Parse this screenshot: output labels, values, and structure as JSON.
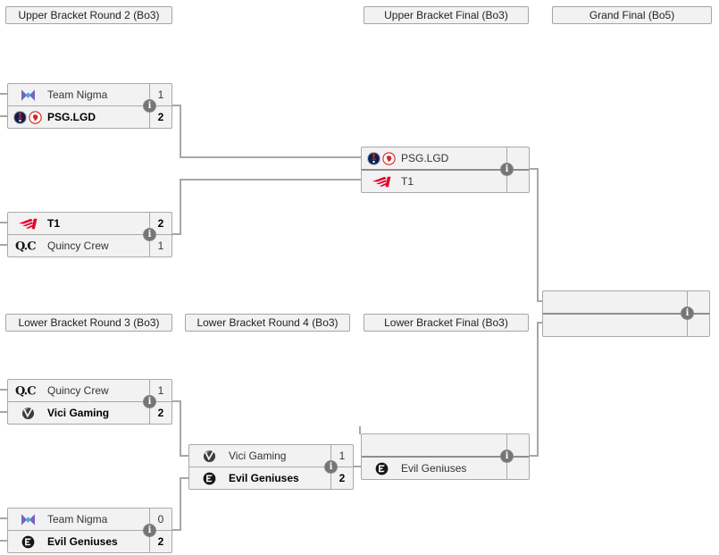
{
  "bracket": {
    "headers": [
      {
        "id": "ub-r2",
        "label": "Upper Bracket Round 2 (Bo3)"
      },
      {
        "id": "ub-final",
        "label": "Upper Bracket Final (Bo3)"
      },
      {
        "id": "grand-final",
        "label": "Grand Final (Bo5)"
      },
      {
        "id": "lb-r3",
        "label": "Lower Bracket Round 3 (Bo3)"
      },
      {
        "id": "lb-r4",
        "label": "Lower Bracket Round 4 (Bo3)"
      },
      {
        "id": "lb-final",
        "label": "Lower Bracket Final (Bo3)"
      }
    ],
    "matches": [
      {
        "id": "ubr2-m1",
        "round": "Upper Bracket Round 2 (Bo3)",
        "info_icon": "match-info-icon",
        "slots": [
          {
            "name": "Team Nigma",
            "logos": [
              "nigma"
            ],
            "score": "1",
            "winner": false
          },
          {
            "name": "PSG.LGD",
            "logos": [
              "psg",
              "lgd"
            ],
            "score": "2",
            "winner": true
          }
        ]
      },
      {
        "id": "ubr2-m2",
        "round": "Upper Bracket Round 2 (Bo3)",
        "info_icon": "match-info-icon",
        "slots": [
          {
            "name": "T1",
            "logos": [
              "t1"
            ],
            "score": "2",
            "winner": true
          },
          {
            "name": "Quincy Crew",
            "logos": [
              "qc"
            ],
            "score": "1",
            "winner": false
          }
        ]
      },
      {
        "id": "ub-final",
        "round": "Upper Bracket Final (Bo3)",
        "info_icon": "match-info-icon",
        "slots": [
          {
            "name": "PSG.LGD",
            "logos": [
              "psg",
              "lgd"
            ],
            "score": "",
            "winner": false
          },
          {
            "name": "T1",
            "logos": [
              "t1"
            ],
            "score": "",
            "winner": false
          }
        ]
      },
      {
        "id": "grand-final",
        "round": "Grand Final (Bo5)",
        "info_icon": "match-info-icon",
        "slots": [
          {
            "name": "",
            "logos": [],
            "score": "",
            "winner": false
          },
          {
            "name": "",
            "logos": [],
            "score": "",
            "winner": false
          }
        ]
      },
      {
        "id": "lbr3-m1",
        "round": "Lower Bracket Round 3 (Bo3)",
        "info_icon": "match-info-icon",
        "slots": [
          {
            "name": "Quincy Crew",
            "logos": [
              "qc"
            ],
            "score": "1",
            "winner": false
          },
          {
            "name": "Vici Gaming",
            "logos": [
              "vici"
            ],
            "score": "2",
            "winner": true
          }
        ]
      },
      {
        "id": "lbr3-m2",
        "round": "Lower Bracket Round 3 (Bo3)",
        "info_icon": "match-info-icon",
        "slots": [
          {
            "name": "Team Nigma",
            "logos": [
              "nigma"
            ],
            "score": "0",
            "winner": false
          },
          {
            "name": "Evil Geniuses",
            "logos": [
              "eg"
            ],
            "score": "2",
            "winner": true
          }
        ]
      },
      {
        "id": "lb-r4",
        "round": "Lower Bracket Round 4 (Bo3)",
        "info_icon": "match-info-icon",
        "slots": [
          {
            "name": "Vici Gaming",
            "logos": [
              "vici"
            ],
            "score": "1",
            "winner": false
          },
          {
            "name": "Evil Geniuses",
            "logos": [
              "eg"
            ],
            "score": "2",
            "winner": true
          }
        ]
      },
      {
        "id": "lb-final",
        "round": "Lower Bracket Final (Bo3)",
        "info_icon": "match-info-icon",
        "slots": [
          {
            "name": "",
            "logos": [],
            "score": "",
            "winner": false
          },
          {
            "name": "Evil Geniuses",
            "logos": [
              "eg"
            ],
            "score": "",
            "winner": false
          }
        ]
      }
    ]
  },
  "colors": {
    "background": "#ffffff",
    "box_fill": "#f2f2f2",
    "box_border": "#a9a9a9",
    "upcoming_divider": "#8d8d8d",
    "connector": "#a7a7a7",
    "text": "#333333",
    "winner_text": "#000000",
    "info_icon_bg": "#757575",
    "team_logo_colors": {
      "nigma_purple": "#7d5fc7",
      "nigma_blue": "#3aade4",
      "psg_navy": "#0c1f4e",
      "psg_red": "#da291c",
      "lgd_red": "#cf2a27",
      "t1_red": "#e2012d",
      "qc_black": "#161616",
      "vici_gray": "#3f3f3f",
      "eg_black": "#15151a"
    }
  }
}
